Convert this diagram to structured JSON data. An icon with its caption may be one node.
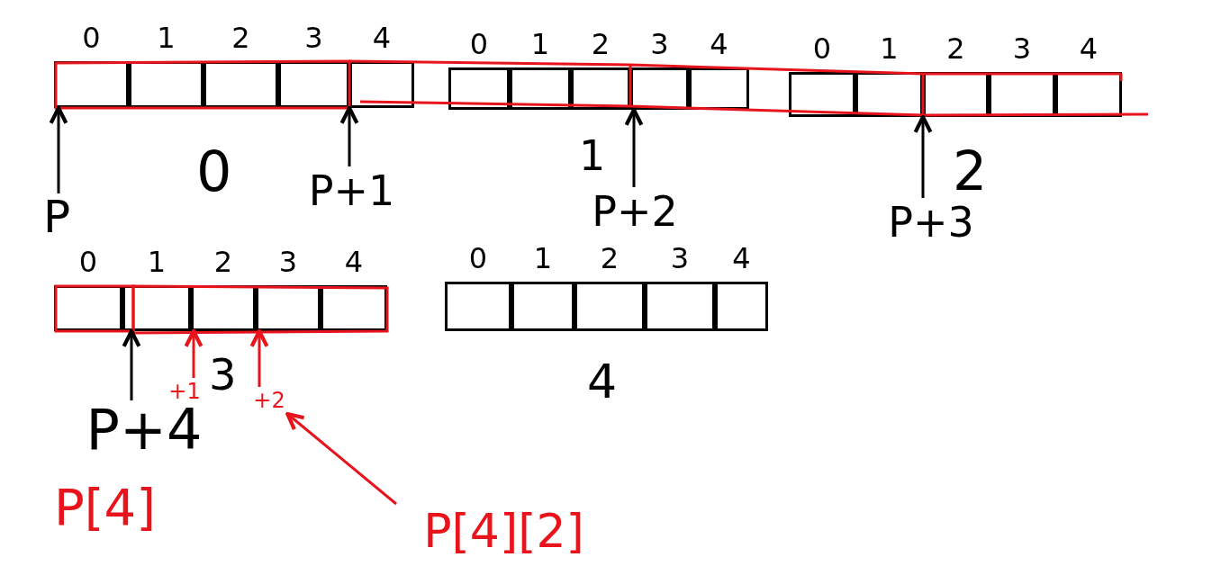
{
  "diagram": {
    "nodes": [
      {
        "text": [],
        "shape": "box",
        "beside": [
          "0"
        ]
      },
      {
        "text": [],
        "shape": "box",
        "beside": [
          "1"
        ]
      },
      {
        "text": [],
        "shape": "box",
        "beside": [
          "2"
        ]
      },
      {
        "text": [],
        "shape": "box",
        "beside": [
          "3"
        ]
      },
      {
        "text": [],
        "shape": "box",
        "beside": [
          "4"
        ]
      },
      {
        "text": [],
        "shape": "box",
        "beside": [
          "0"
        ]
      },
      {
        "text": [],
        "shape": "box",
        "beside": [
          "1"
        ]
      },
      {
        "text": [],
        "shape": "box",
        "beside": [
          "2"
        ]
      },
      {
        "text": [],
        "shape": "box",
        "beside": [
          "3"
        ]
      },
      {
        "text": [],
        "shape": "box",
        "beside": [
          "4"
        ]
      },
      {
        "text": [],
        "shape": "box",
        "beside": [
          "0"
        ]
      },
      {
        "text": [],
        "shape": "box",
        "beside": [
          "1"
        ]
      },
      {
        "text": [],
        "shape": "box",
        "beside": [
          "2"
        ]
      },
      {
        "text": [],
        "shape": "box",
        "beside": [
          "3"
        ]
      },
      {
        "text": [],
        "shape": "box",
        "beside": [
          "4"
        ]
      },
      {
        "text": [],
        "shape": "box",
        "beside": [
          "0"
        ]
      },
      {
        "text": [],
        "shape": "box",
        "beside": [
          "1"
        ]
      },
      {
        "text": [],
        "shape": "box",
        "beside": [
          "2"
        ]
      },
      {
        "text": [],
        "shape": "box",
        "beside": [
          "3"
        ]
      },
      {
        "text": [],
        "shape": "box",
        "beside": [
          "4"
        ]
      },
      {
        "text": [],
        "shape": "box",
        "beside": [
          "0"
        ]
      },
      {
        "text": [],
        "shape": "box",
        "beside": [
          "1"
        ]
      },
      {
        "text": [],
        "shape": "box",
        "beside": [
          "2"
        ]
      },
      {
        "text": [],
        "shape": "box",
        "beside": [
          "3"
        ]
      },
      {
        "text": [],
        "shape": "box",
        "beside": [
          "4"
        ]
      },
      {
        "text": [
          "P"
        ]
      },
      {
        "text": [
          "P+1"
        ]
      },
      {
        "text": [
          "P+2"
        ]
      },
      {
        "text": [
          "P+3"
        ]
      },
      {
        "text": [
          "P+4"
        ]
      },
      {
        "text": [
          "+1"
        ]
      },
      {
        "text": [
          "+2"
        ]
      },
      {
        "text": [
          "P[4][2]"
        ]
      }
    ],
    "edges": [
      {
        "from": 25,
        "to": 0,
        "arrow": "to"
      },
      {
        "from": 26,
        "to": 4,
        "arrow": "to"
      },
      {
        "from": 27,
        "to": 8,
        "arrow": "to"
      },
      {
        "from": 28,
        "to": 12,
        "arrow": "to"
      },
      {
        "from": 29,
        "to": 16,
        "arrow": "to"
      },
      {
        "from": 30,
        "to": 17,
        "arrow": "to",
        "color": "#e8141c"
      },
      {
        "from": 31,
        "to": 18,
        "arrow": "to",
        "color": "#e8141c"
      },
      {
        "from": 32,
        "to": 31,
        "arrow": "to",
        "color": "#e8141c"
      }
    ],
    "labels": [
      "0",
      "1",
      "2",
      "3",
      "4",
      "P[4]"
    ]
  }
}
